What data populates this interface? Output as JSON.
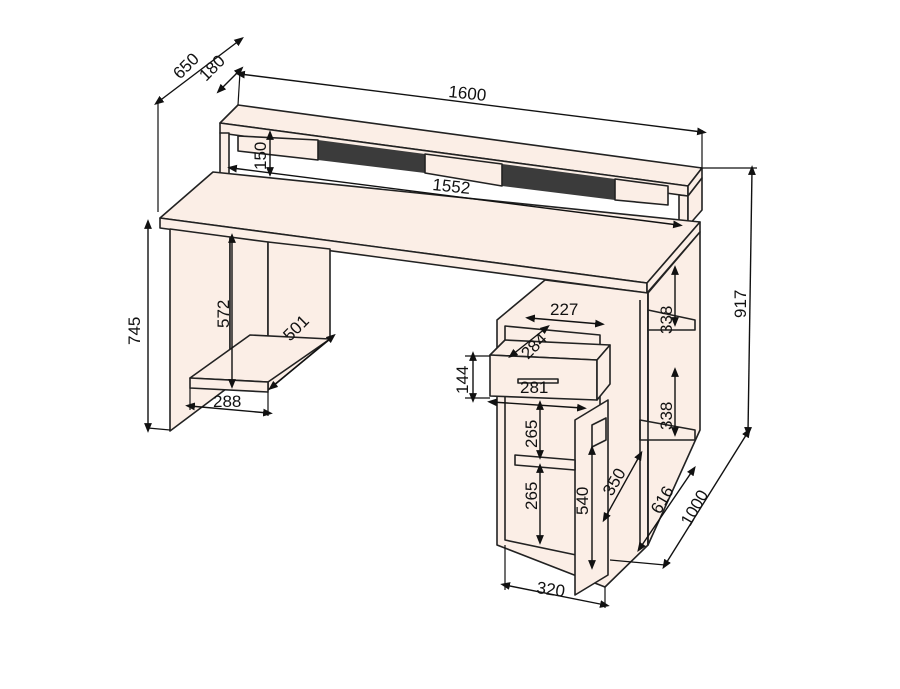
{
  "dimensions": {
    "total_width": "1600",
    "total_depth": "650",
    "shelf_depth": "180",
    "shelf_height": "150",
    "shelf_inner_width": "1552",
    "total_height": "917",
    "desk_height": "745",
    "left_leg_inner_height": "572",
    "left_leg_depth": "501",
    "left_leg_width": "288",
    "cabinet_top_width": "227",
    "drawer_depth": "284",
    "drawer_height": "144",
    "drawer_width": "281",
    "cabinet_upper_height": "265",
    "cabinet_lower_height": "265",
    "cabinet_door_height": "540",
    "cabinet_depth": "350",
    "cabinet_width": "320",
    "right_shelf_upper": "338",
    "right_shelf_lower": "338",
    "right_depth": "616",
    "right_total_depth": "1000"
  }
}
